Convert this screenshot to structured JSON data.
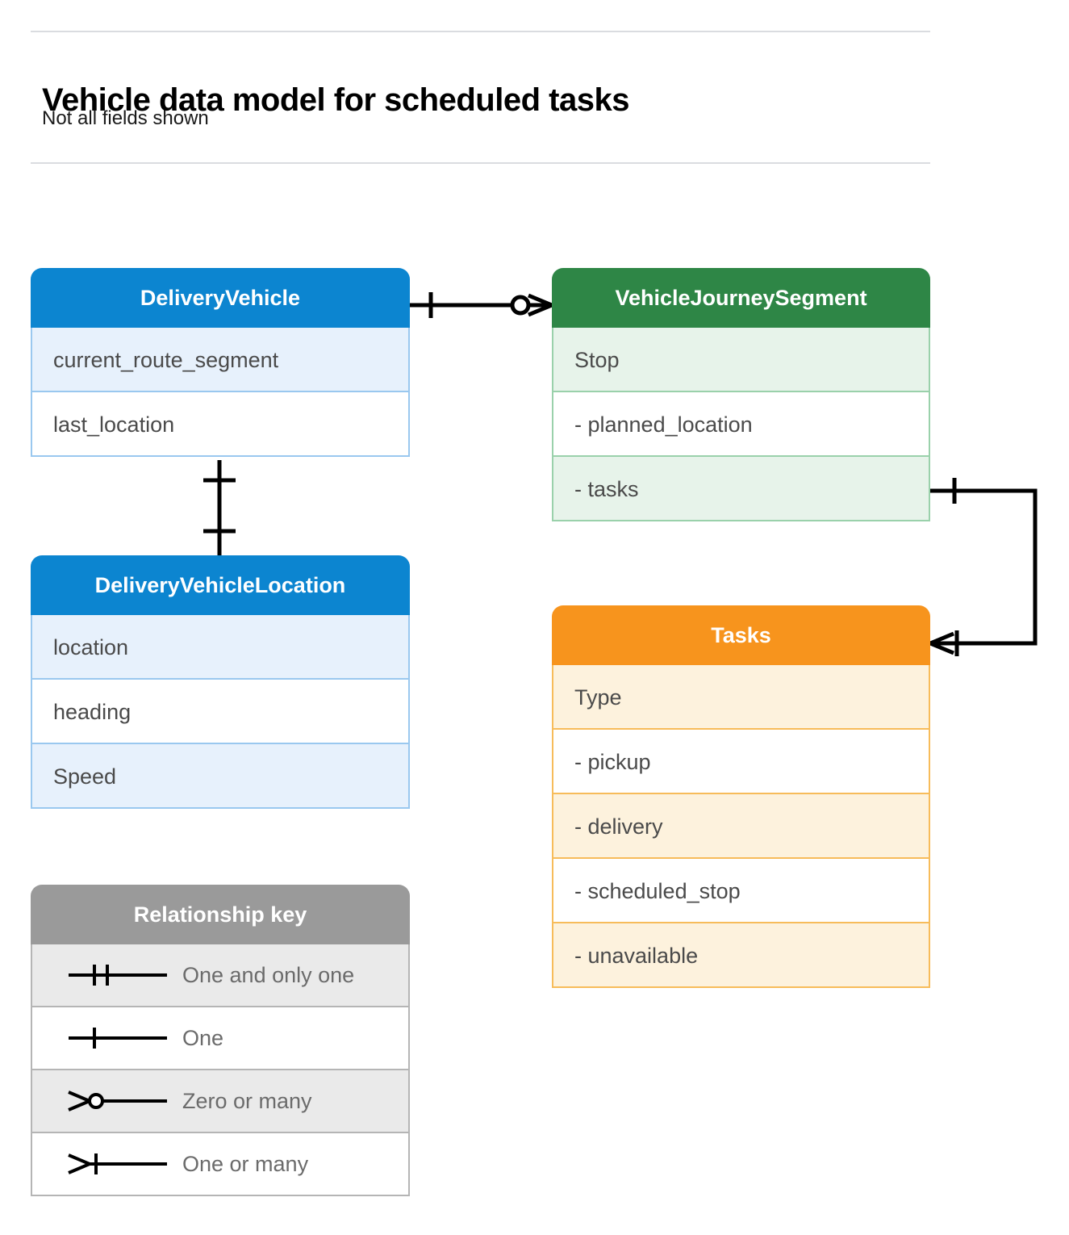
{
  "header": {
    "title": "Vehicle data model for scheduled tasks",
    "subtitle": "Not all fields shown"
  },
  "colors": {
    "blue_header": "#0c85d0",
    "blue_row_alt": "#e7f1fc",
    "blue_border": "#9ac8ef",
    "green_header": "#2e8646",
    "green_row_alt": "#e7f3ea",
    "green_border": "#9ad1ab",
    "orange_header": "#f7941d",
    "orange_row_alt": "#fdf2dd",
    "orange_border": "#f7bc5a",
    "gray_header": "#9a9a9a",
    "gray_row_alt": "#eaeaea",
    "gray_border": "#b5b5b5",
    "rule": "#dadce0",
    "connector": "#000000"
  },
  "entities": [
    {
      "name": "DeliveryVehicle",
      "theme": "blue",
      "rows": [
        {
          "label": "current_route_segment",
          "alt": true
        },
        {
          "label": "last_location",
          "alt": false
        }
      ]
    },
    {
      "name": "VehicleJourneySegment",
      "theme": "green",
      "rows": [
        {
          "label": "Stop",
          "alt": true
        },
        {
          "label": "-  planned_location",
          "alt": false
        },
        {
          "label": "- tasks",
          "alt": true
        }
      ]
    },
    {
      "name": "DeliveryVehicleLocation",
      "theme": "blue",
      "rows": [
        {
          "label": "location",
          "alt": true
        },
        {
          "label": "heading",
          "alt": false
        },
        {
          "label": "Speed",
          "alt": true
        }
      ]
    },
    {
      "name": "Tasks",
      "theme": "orange",
      "rows": [
        {
          "label": "Type",
          "alt": true
        },
        {
          "label": "-  pickup",
          "alt": false
        },
        {
          "label": "-  delivery",
          "alt": true
        },
        {
          "label": "-  scheduled_stop",
          "alt": false
        },
        {
          "label": "-  unavailable",
          "alt": true
        }
      ]
    }
  ],
  "legend": {
    "title": "Relationship key",
    "items": [
      {
        "label": "One and only one",
        "symbol": "one-and-only-one",
        "alt": true
      },
      {
        "label": "One",
        "symbol": "one",
        "alt": false
      },
      {
        "label": "Zero or many",
        "symbol": "zero-or-many",
        "alt": true
      },
      {
        "label": "One or many",
        "symbol": "one-or-many",
        "alt": false
      }
    ]
  },
  "relationships": [
    {
      "from": "DeliveryVehicle",
      "to": "VehicleJourneySegment",
      "from_cardinality": "One",
      "to_cardinality": "Zero or many"
    },
    {
      "from": "DeliveryVehicle",
      "to": "DeliveryVehicleLocation",
      "from_cardinality": "One",
      "to_cardinality": "One"
    },
    {
      "from": "VehicleJourneySegment.tasks",
      "to": "Tasks",
      "from_cardinality": "One",
      "to_cardinality": "One or many"
    }
  ]
}
